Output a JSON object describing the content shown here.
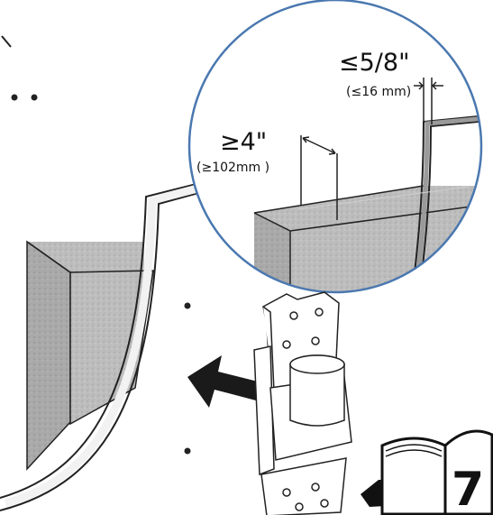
{
  "labels": {
    "gap_max": "≤5/8\"",
    "gap_max_metric": "(≤16 mm)",
    "depth_min": "≥4\"",
    "depth_min_metric": "(≥102mm )"
  },
  "book": {
    "page_number": "7"
  },
  "colors": {
    "line": "#1a1a1a",
    "concrete": "#b9b9b9",
    "magnifier_ring": "#4a78b0",
    "wall_edge": "#8a8a8a"
  }
}
